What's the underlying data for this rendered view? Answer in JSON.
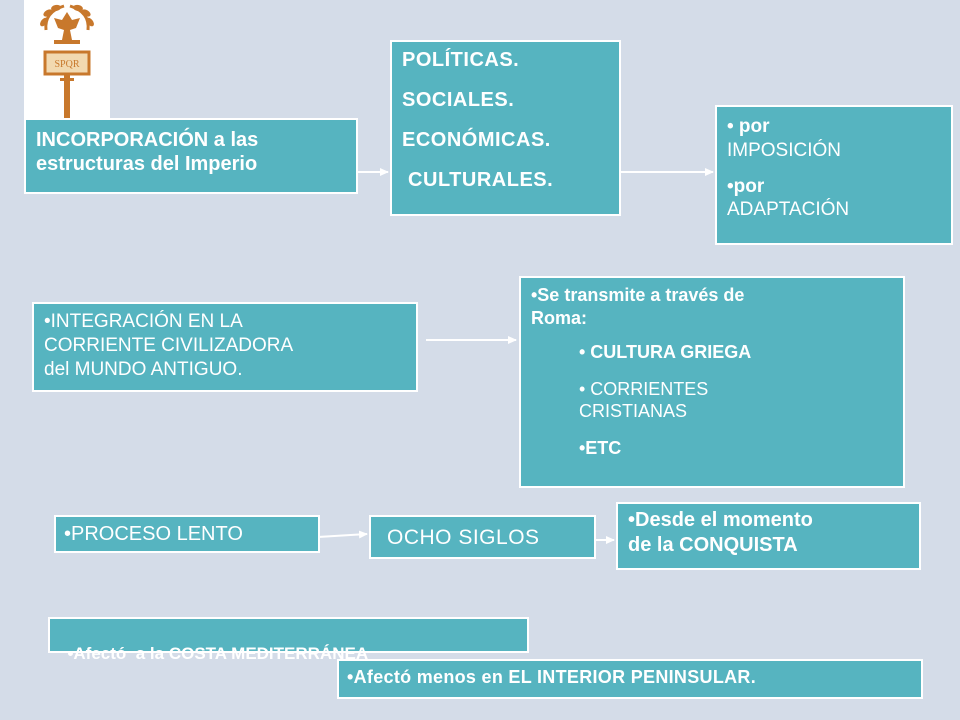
{
  "colors": {
    "background": "#d4dce8",
    "box_fill": "#56b4c0",
    "box_border": "#ffffff",
    "text": "#ffffff",
    "logo": "#c8782c"
  },
  "logo": {
    "text": "SPQR"
  },
  "row1": {
    "incorporacion": {
      "line1": "INCORPORACIÓN a las",
      "line2": "estructuras del Imperio"
    },
    "aspects": [
      "POLÍTICAS.",
      "SOCIALES.",
      "ECONÓMICAS.",
      " CULTURALES."
    ],
    "modes": [
      {
        "line1": "• por",
        "line2": "IMPOSICIÓN"
      },
      {
        "line1": "•por",
        "line2": "ADAPTACIÓN"
      }
    ]
  },
  "row2": {
    "integracion": {
      "line1": "•INTEGRACIÓN EN LA",
      "line2": "CORRIENTE CIVILIZADORA",
      "line3": "del MUNDO ANTIGUO."
    },
    "transmite": {
      "intro1": "•Se transmite a través de",
      "intro2": "Roma:",
      "items": [
        "• CULTURA GRIEGA",
        "• CORRIENTES",
        "CRISTIANAS",
        "•ETC"
      ]
    }
  },
  "row3": {
    "proceso": "•PROCESO LENTO",
    "siglos": "OCHO SIGLOS",
    "desde": {
      "line1": "•Desde el momento",
      "line2": "de la CONQUISTA"
    }
  },
  "row4": {
    "costa": "•Afectó  a la COSTA MEDITERRÁNEA",
    "interior": "•Afectó menos en EL INTERIOR PENINSULAR."
  }
}
